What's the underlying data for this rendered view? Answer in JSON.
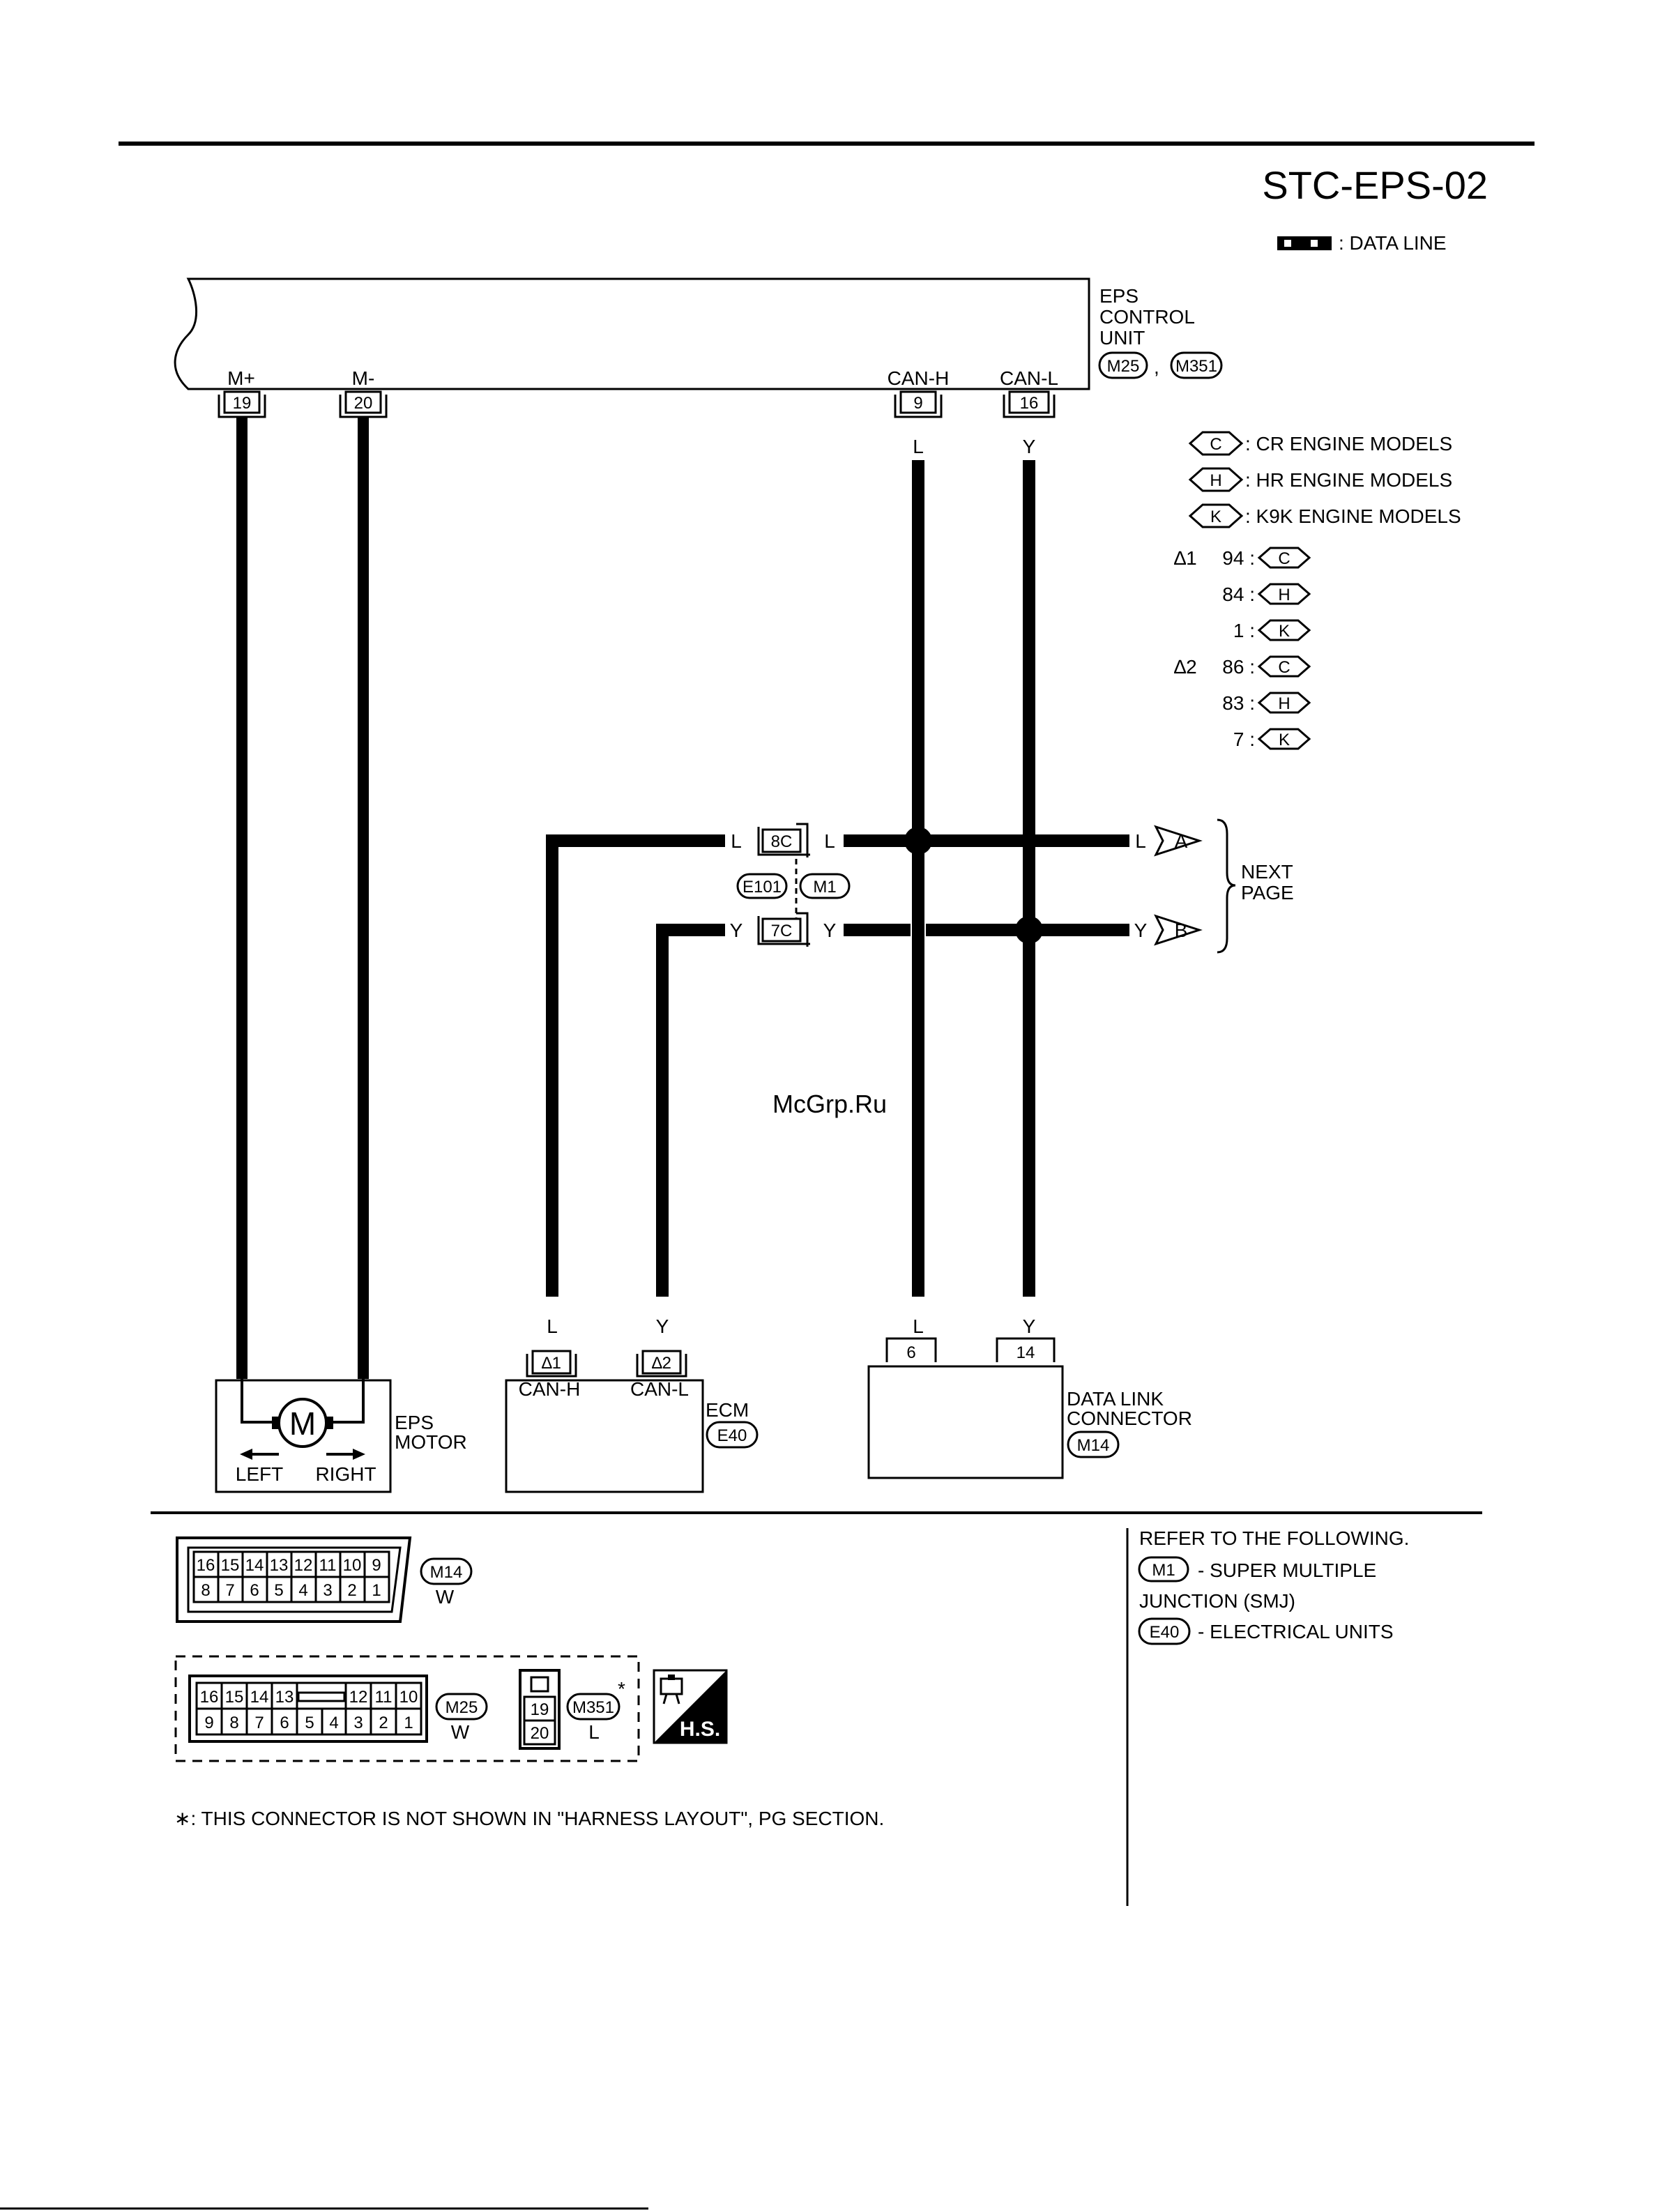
{
  "header": {
    "code": "STC-EPS-02",
    "legend_data_line": ": DATA LINE"
  },
  "eps_unit": {
    "name_lines": [
      "EPS",
      "CONTROL",
      "UNIT"
    ],
    "connectors": [
      "M25",
      "M351"
    ],
    "separator": ",",
    "terminals": [
      {
        "label": "M+",
        "pin": "19"
      },
      {
        "label": "M-",
        "pin": "20"
      },
      {
        "label": "CAN-H",
        "pin": "9"
      },
      {
        "label": "CAN-L",
        "pin": "16"
      }
    ]
  },
  "engine_legend": [
    {
      "code": "C",
      "text": ":  CR ENGINE MODELS"
    },
    {
      "code": "H",
      "text": ":  HR ENGINE MODELS"
    },
    {
      "code": "K",
      "text": ":  K9K ENGINE MODELS"
    }
  ],
  "pin_notes": [
    {
      "star": "∆1",
      "pin": "94 :",
      "code": "C"
    },
    {
      "star": "",
      "pin": "84 :",
      "code": "H"
    },
    {
      "star": "",
      "pin": "1 :",
      "code": "K"
    },
    {
      "star": "∆2",
      "pin": "86 :",
      "code": "C"
    },
    {
      "star": "",
      "pin": "83 :",
      "code": "H"
    },
    {
      "star": "",
      "pin": "7 :",
      "code": "K"
    }
  ],
  "wire_colors": {
    "can_h": "L",
    "can_l": "Y"
  },
  "junction": {
    "pin_h": "8C",
    "pin_l": "7C",
    "connector_left": "E101",
    "connector_right": "M1"
  },
  "next_page": {
    "arrow_a": "A",
    "arrow_b": "B",
    "label_lines": [
      "NEXT",
      "PAGE"
    ]
  },
  "watermark": "McGrp.Ru",
  "eps_motor": {
    "symbol": "M",
    "name_lines": [
      "EPS",
      "MOTOR"
    ],
    "left": "LEFT",
    "right": "RIGHT"
  },
  "ecm": {
    "name": "ECM",
    "connector": "E40",
    "pins": [
      {
        "pin": "∆1",
        "label": "CAN-H"
      },
      {
        "pin": "∆2",
        "label": "CAN-L"
      }
    ]
  },
  "dlc": {
    "name_lines": [
      "DATA LINK",
      "CONNECTOR"
    ],
    "connector": "M14",
    "pins": [
      "6",
      "14"
    ]
  },
  "connector_views": {
    "m14": {
      "id": "M14",
      "color": "W",
      "top_row": [
        "16",
        "15",
        "14",
        "13",
        "12",
        "11",
        "10",
        "9"
      ],
      "bottom_row": [
        "8",
        "7",
        "6",
        "5",
        "4",
        "3",
        "2",
        "1"
      ]
    },
    "m25": {
      "id": "M25",
      "color": "W",
      "top_left": [
        "16",
        "15",
        "14",
        "13"
      ],
      "top_right": [
        "12",
        "11",
        "10"
      ],
      "bottom_row": [
        "9",
        "8",
        "7",
        "6",
        "5",
        "4",
        "3",
        "2",
        "1"
      ]
    },
    "m351": {
      "id": "M351",
      "color": "L",
      "pins": [
        "19",
        "20"
      ],
      "star": "*"
    },
    "hs_badge": "H.S."
  },
  "footnote": "∗: THIS CONNECTOR IS NOT SHOWN IN \"HARNESS LAYOUT\", PG SECTION.",
  "refer": {
    "title": "REFER TO THE FOLLOWING.",
    "items": [
      {
        "code": "M1",
        "text": "- SUPER MULTIPLE"
      },
      {
        "code": "",
        "text": "JUNCTION (SMJ)"
      },
      {
        "code": "E40",
        "text": "- ELECTRICAL UNITS"
      }
    ]
  }
}
